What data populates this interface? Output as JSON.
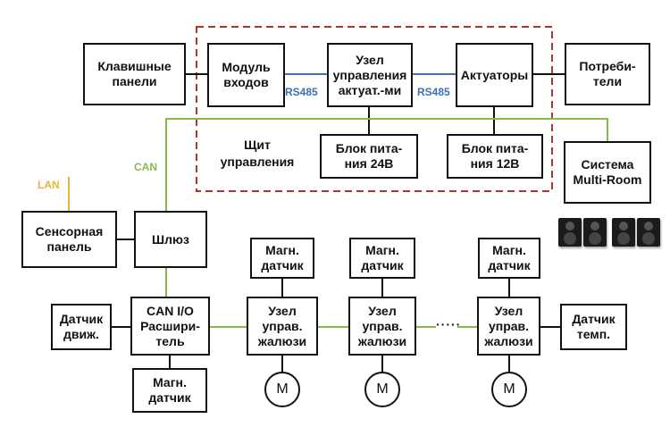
{
  "colors": {
    "can": "#8ab84a",
    "rs485": "#3f6fb5",
    "lan": "#e8b43a",
    "panel_border": "#b5332e"
  },
  "labels": {
    "can": "CAN",
    "lan": "LAN",
    "rs485_left": "RS485",
    "rs485_right": "RS485",
    "dots": "·····"
  },
  "boxes": {
    "keypads": "Клавишные\nпанели",
    "input_module": "Модуль\nвходов",
    "actuator_node": "Узел\nуправления\nактуат.-ми",
    "actuators": "Актуаторы",
    "consumers": "Потреби-\nтели",
    "psu_24": "Блок пита-\nния 24В",
    "psu_12": "Блок пита-\nния 12В",
    "multiroom": "Система\nMulti-Room",
    "touch_panel": "Сенсорная\nпанель",
    "gateway": "Шлюз",
    "can_io": "CAN I/O\nРасшири-\nтель",
    "motion_sensor": "Датчик\nдвиж.",
    "temp_sensor": "Датчик\nтемп.",
    "mag_sensor_bottom": "Магн.\nдатчик",
    "mag_sensor_1": "Магн.\nдатчик",
    "mag_sensor_2": "Магн.\nдатчик",
    "mag_sensor_3": "Магн.\nдатчик",
    "blind_node_1": "Узел\nуправ.\nжалюзи",
    "blind_node_2": "Узел\nуправ.\nжалюзи",
    "blind_node_3": "Узел\nуправ.\nжалюзи"
  },
  "panel_label": "Щит\nуправления",
  "motors": {
    "m1": "M",
    "m2": "M",
    "m3": "M"
  },
  "speaker_icons": [
    "speaker-icon",
    "speaker-icon",
    "speaker-icon",
    "speaker-icon"
  ]
}
